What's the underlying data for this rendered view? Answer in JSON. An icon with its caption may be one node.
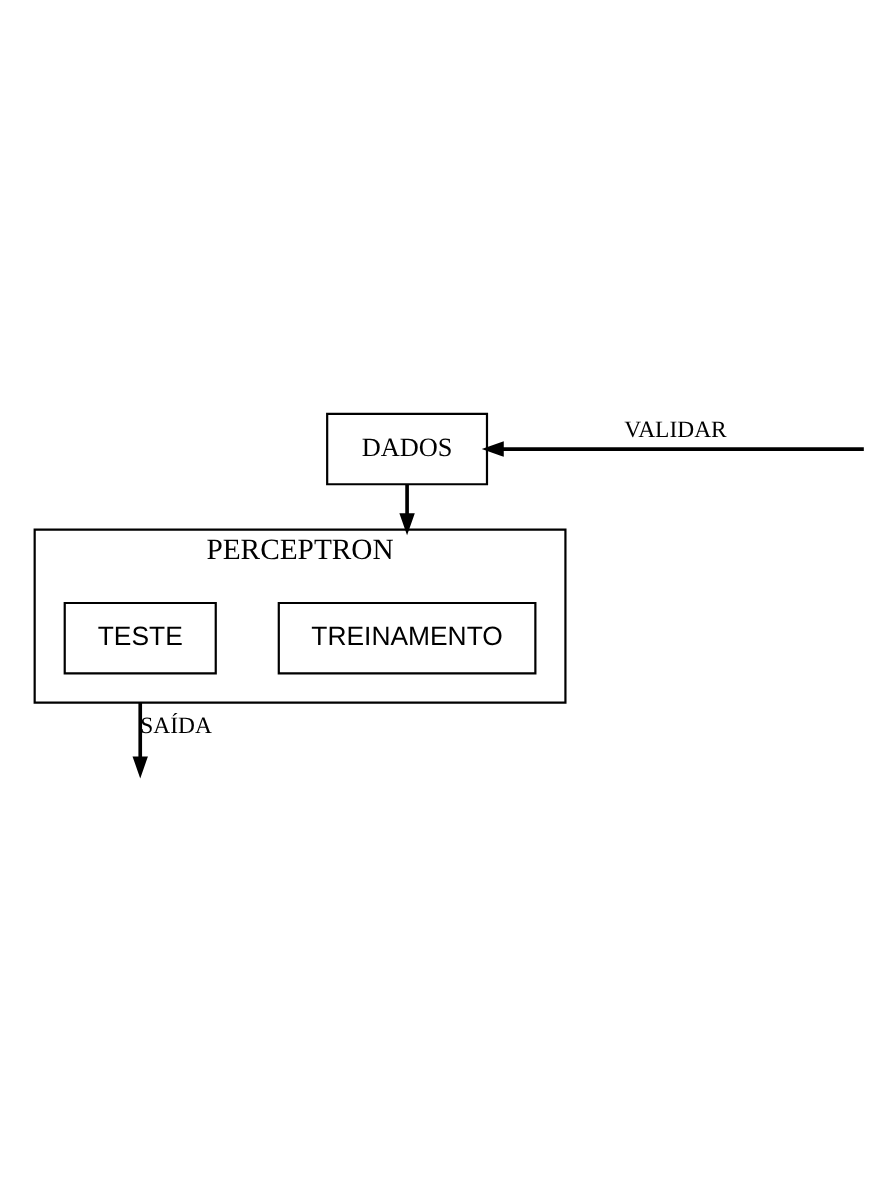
{
  "diagram": {
    "nodes": [
      {
        "text": [
          "DADOS"
        ]
      },
      {
        "text": [
          "PERCEPTRON"
        ]
      },
      {
        "text": [
          "TREINAMENTO"
        ],
        "in": 1
      },
      {
        "text": [
          "TESTE"
        ],
        "in": 1
      }
    ],
    "edges": [
      {
        "from": null,
        "to": 0,
        "arrow": "to",
        "label": "VALIDAR"
      },
      {
        "from": 0,
        "to": 1,
        "arrow": "to"
      },
      {
        "from": 1,
        "to": null,
        "arrow": "to",
        "label": "SAÍDA"
      }
    ]
  }
}
